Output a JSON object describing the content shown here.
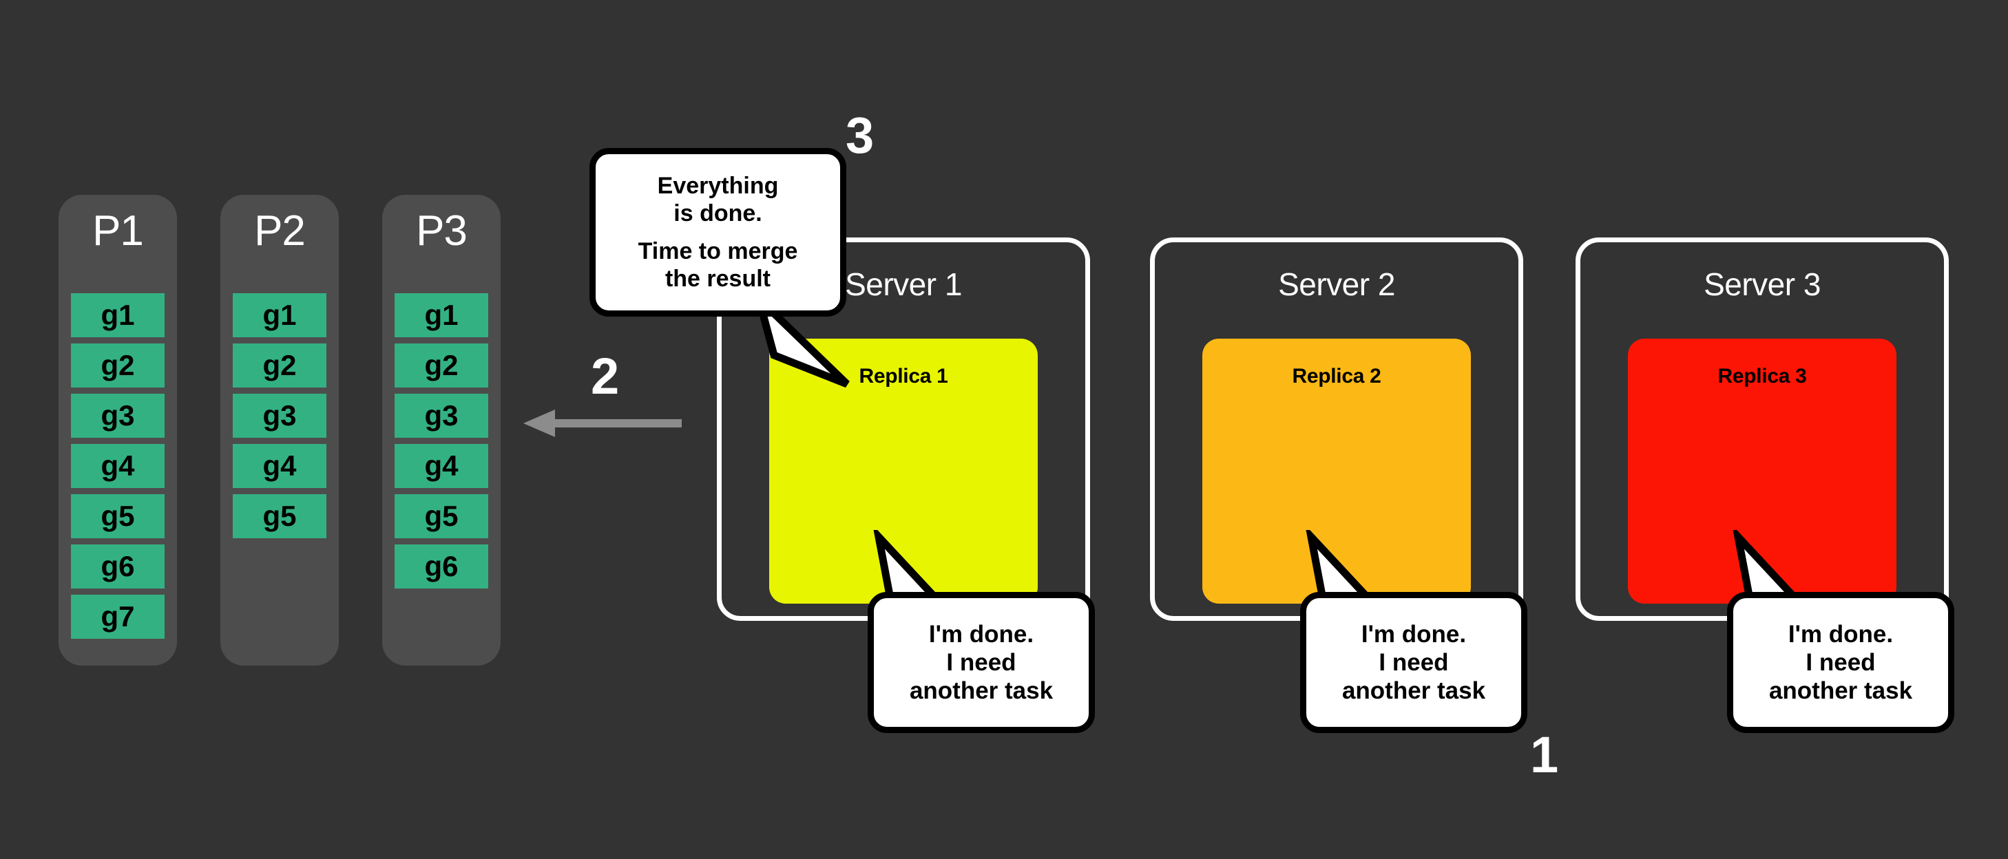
{
  "diagram": {
    "title": "Distributed task execution with partitions, servers and replicas",
    "background_color": "#333333"
  },
  "partitions": [
    {
      "name": "P1",
      "chunks": [
        "g1",
        "g2",
        "g3",
        "g4",
        "g5",
        "g6",
        "g7"
      ]
    },
    {
      "name": "P2",
      "chunks": [
        "g1",
        "g2",
        "g3",
        "g4",
        "g5"
      ]
    },
    {
      "name": "P3",
      "chunks": [
        "g1",
        "g2",
        "g3",
        "g4",
        "g5",
        "g6"
      ]
    }
  ],
  "partition_style": {
    "column_color": "#4d4d4d",
    "chunk_color": "#33b183",
    "title_color": "#ffffff",
    "chunk_text_color": "#000000"
  },
  "servers": [
    {
      "name": "Server 1",
      "replica": "Replica 1",
      "replica_color": "#e8f500"
    },
    {
      "name": "Server 2",
      "replica": "Replica 2",
      "replica_color": "#fcb915"
    },
    {
      "name": "Server 3",
      "replica": "Replica 3",
      "replica_color": "#fc1505"
    }
  ],
  "bubbles": {
    "merge": {
      "lines": [
        "Everything",
        "is done.",
        "Time to merge",
        "the result"
      ]
    },
    "done": {
      "lines": [
        "I'm done.",
        "I need",
        "another task"
      ]
    }
  },
  "steps": [
    {
      "label": "1"
    },
    {
      "label": "2"
    },
    {
      "label": "3"
    }
  ],
  "arrow": {
    "direction": "left",
    "color": "#8c8c8c"
  }
}
